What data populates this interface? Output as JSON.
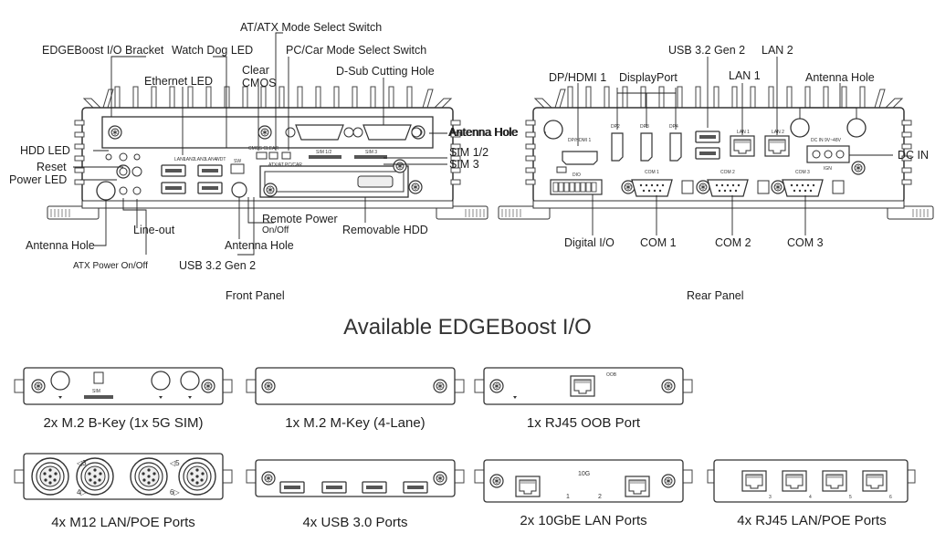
{
  "front": {
    "caption": "Front Panel",
    "labels": {
      "atx_mode": "AT/ATX Mode Select Switch",
      "bracket": "EDGEBoost I/O Bracket",
      "watchdog": "Watch Dog LED",
      "pc_car": "PC/Car Mode Select Switch",
      "clear_cmos": "Clear\nCMOS",
      "ethernet_led": "Ethernet LED",
      "dsub": "D-Sub Cutting Hole",
      "antenna_right": "Antenna Hole",
      "hdd_led": "HDD LED",
      "sim12": "SIM 1/2",
      "reset": "Reset",
      "sim3": "SIM 3",
      "power_led": "Power LED",
      "remote_power": "Remote Power",
      "remote_power_sub": "On/Off",
      "line_out": "Line-out",
      "removable_hdd": "Removable HDD",
      "antenna_left": "Antenna Hole",
      "antenna_center": "Antenna Hole",
      "atx_power": "ATX Power On/Off",
      "usb": "USB 3.2 Gen 2"
    }
  },
  "rear": {
    "caption": "Rear Panel",
    "labels": {
      "usb": "USB 3.2 Gen 2",
      "lan2": "LAN 2",
      "dp_hdmi": "DP/HDMI 1",
      "displayport": "DisplayPort",
      "lan1": "LAN 1",
      "antenna_right": "Antenna Hole",
      "antenna_left": "Antenna Hole",
      "dc_in": "DC IN",
      "digital_io": "Digital I/O",
      "com1": "COM 1",
      "com2": "COM 2",
      "com3": "COM 3"
    }
  },
  "title": "Available EDGEBoost I/O",
  "modules": [
    {
      "caption": "2x M.2 B-Key (1x 5G SIM)"
    },
    {
      "caption": "1x M.2 M-Key (4-Lane)"
    },
    {
      "caption": "1x RJ45 OOB Port"
    },
    {
      "caption": "4x M12 LAN/POE Ports"
    },
    {
      "caption": "4x USB 3.0 Ports"
    },
    {
      "caption": "2x 10GbE LAN Ports"
    },
    {
      "caption": "4x RJ45 LAN/POE Ports"
    }
  ],
  "icons": [
    "screw-icon",
    "antenna-hole-icon",
    "usb-port-icon",
    "rj45-port-icon",
    "m12-connector-icon",
    "db9-port-icon"
  ]
}
